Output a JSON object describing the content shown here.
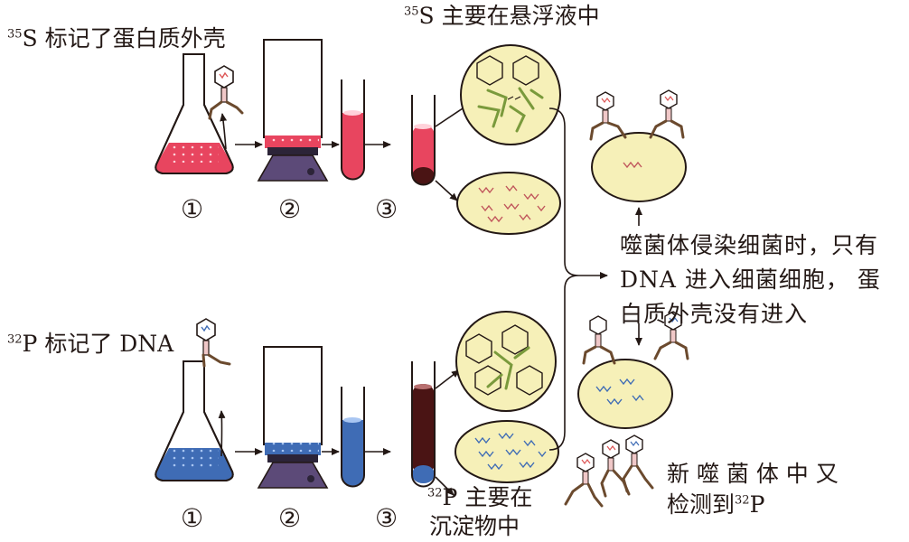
{
  "top": {
    "label_sup": "35",
    "label_text": "S 标记了蛋白质外壳",
    "result_sup": "35",
    "result_text": "S 主要在悬浮液中",
    "steps": [
      "①",
      "②",
      "③"
    ]
  },
  "bottom": {
    "label_sup": "32",
    "label_text": "P 标记了 DNA",
    "result_sup": "32",
    "result_line1": "P 主要在",
    "result_line2": "沉淀物中",
    "steps": [
      "①",
      "②",
      "③"
    ]
  },
  "conclusion": {
    "lines": [
      "噬菌体侵染细菌时，只有",
      "DNA 进入细菌细胞， 蛋",
      "白质外壳没有进入"
    ]
  },
  "new_phage": {
    "line1": "新 噬 菌 体 中 又",
    "line2_text": "检测到",
    "line2_sup": "32",
    "line2_end": "P"
  },
  "colors": {
    "red_medium": "#e8455f",
    "blue_medium": "#3f6cb5",
    "cell_fill": "#f6f0b8",
    "dark_sediment": "#4a1414",
    "phage_tail": "#6b4a2e",
    "stand": "#5c4a78"
  },
  "icons": [
    "erlenmeyer-flask-icon",
    "filter-funnel-icon",
    "test-tube-icon",
    "phage-icon",
    "bacterial-cell-icon",
    "arrow-icon"
  ]
}
